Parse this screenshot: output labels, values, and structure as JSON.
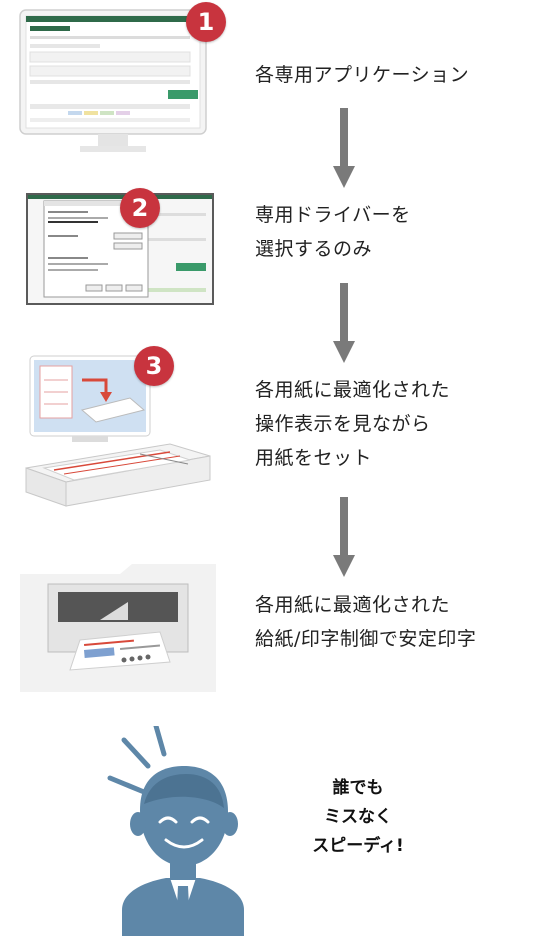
{
  "steps": [
    {
      "number": "1",
      "text": "各専用アプリケーション"
    },
    {
      "number": "2",
      "text": "専用ドライバーを\n選択するのみ"
    },
    {
      "number": "3",
      "text": "各用紙に最適化された\n操作表示を見ながら\n用紙をセット"
    },
    {
      "number": "",
      "text": "各用紙に最適化された\n給紙/印字制御で安定印字"
    }
  ],
  "person": {
    "exclamation": "誰でも\nミスなく\nスピーディ!"
  },
  "colors": {
    "badge": "#c8343e",
    "arrow": "#7a7a7a",
    "person": "#5e87a8",
    "app_green": "#3a7f5a"
  }
}
